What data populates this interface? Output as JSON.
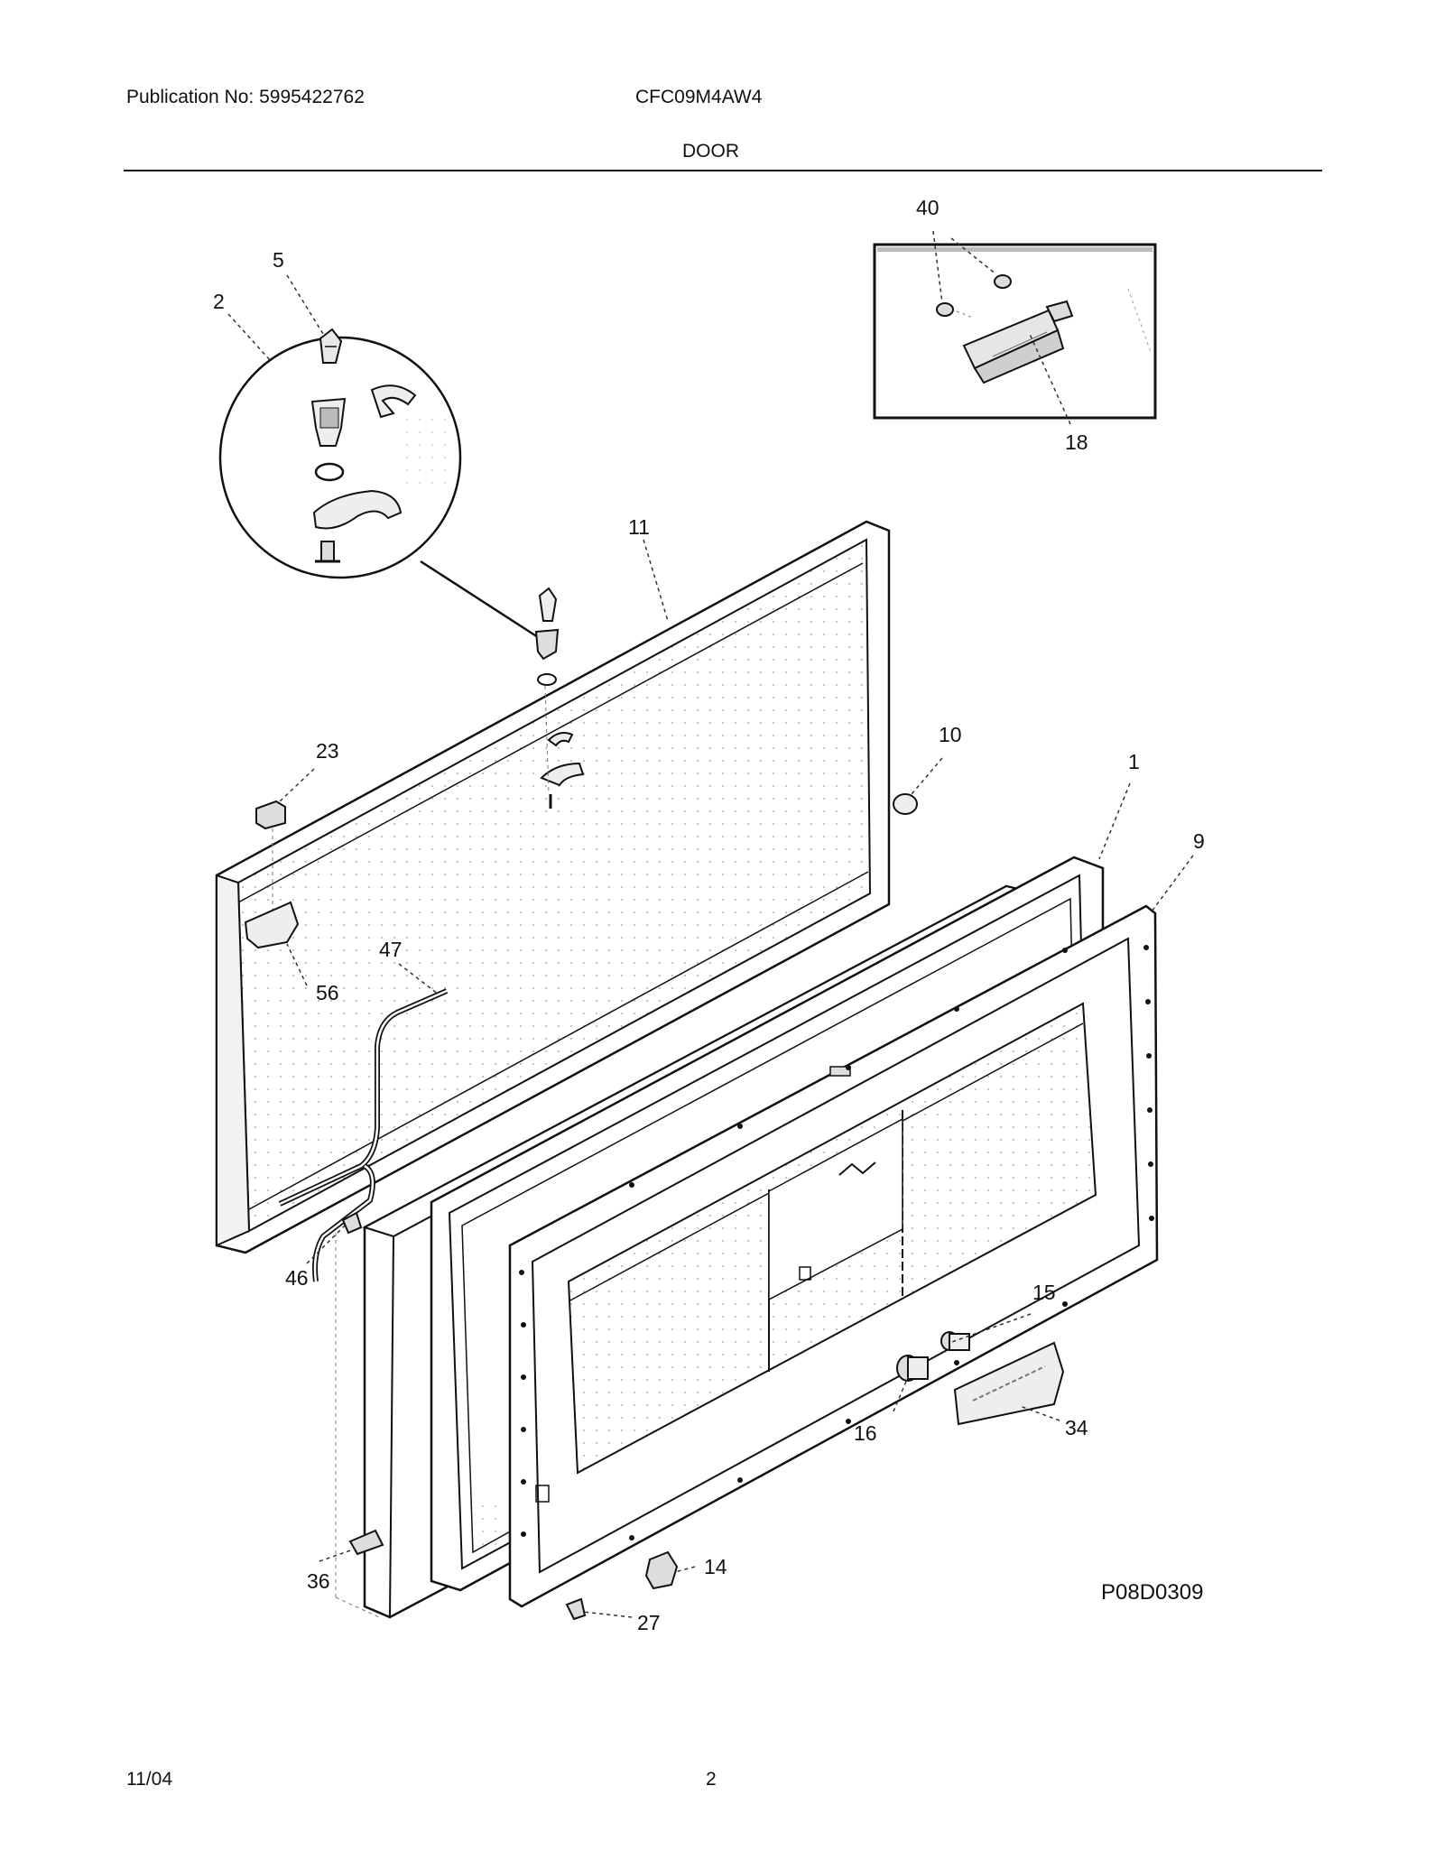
{
  "header": {
    "publication": "Publication No: 5995422762",
    "model": "CFC09M4AW4",
    "section": "DOOR"
  },
  "footer": {
    "date": "11/04",
    "page": "2"
  },
  "diagram": {
    "code": "P08D0309",
    "callouts": {
      "c1": "1",
      "c2": "2",
      "c5": "5",
      "c9": "9",
      "c10": "10",
      "c11": "11",
      "c14": "14",
      "c15": "15",
      "c16": "16",
      "c18": "18",
      "c23": "23",
      "c27": "27",
      "c34": "34",
      "c36": "36",
      "c40": "40",
      "c46": "46",
      "c47": "47",
      "c56": "56"
    }
  }
}
